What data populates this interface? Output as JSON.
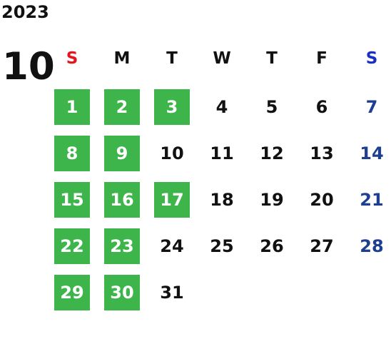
{
  "calendar": {
    "year": "2023",
    "month": "10",
    "weekdays": [
      "S",
      "M",
      "T",
      "W",
      "T",
      "F",
      "S"
    ],
    "first_weekday_index": 0,
    "days": [
      "1",
      "2",
      "3",
      "4",
      "5",
      "6",
      "7",
      "8",
      "9",
      "10",
      "11",
      "12",
      "13",
      "14",
      "15",
      "16",
      "17",
      "18",
      "19",
      "20",
      "21",
      "22",
      "23",
      "24",
      "25",
      "26",
      "27",
      "28",
      "29",
      "30",
      "31"
    ],
    "highlighted_days": [
      1,
      2,
      3,
      8,
      9,
      15,
      16,
      17,
      22,
      23,
      29,
      30
    ],
    "colors": {
      "highlight": "#3db54a",
      "highlight_text": "#ffffff",
      "sunday_header": "#e8141c",
      "saturday_header": "#1a2fc4",
      "saturday_day": "#1e3f8f",
      "text": "#111111"
    }
  }
}
